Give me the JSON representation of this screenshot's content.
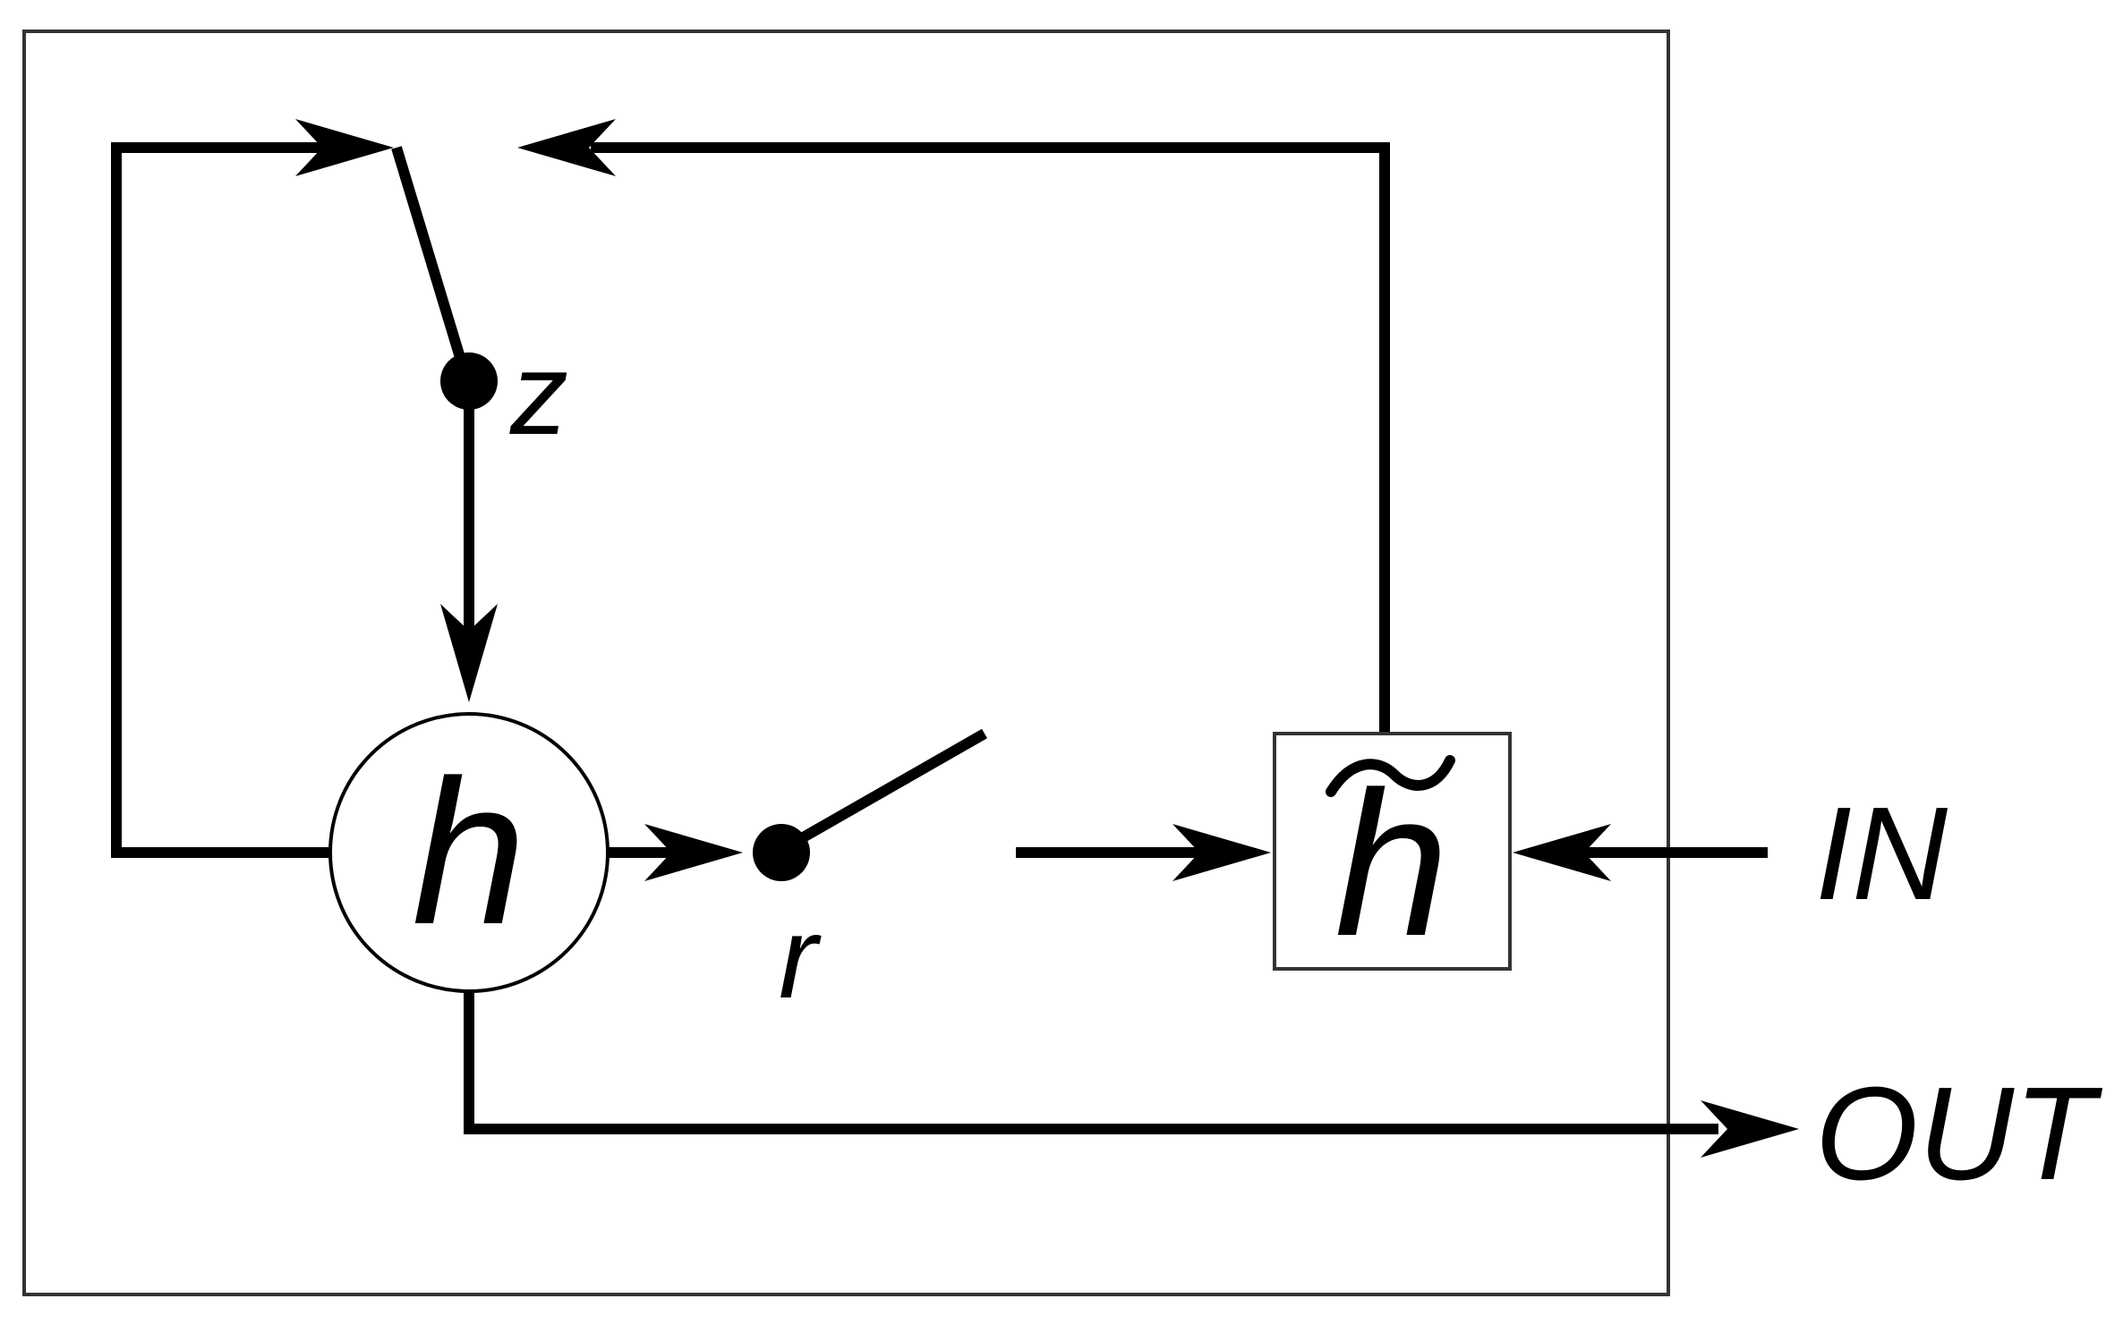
{
  "diagram": {
    "labels": {
      "update_gate": "z",
      "reset_gate": "r",
      "hidden_state": "h",
      "candidate_state": "h",
      "input": "IN",
      "output": "OUT"
    }
  }
}
